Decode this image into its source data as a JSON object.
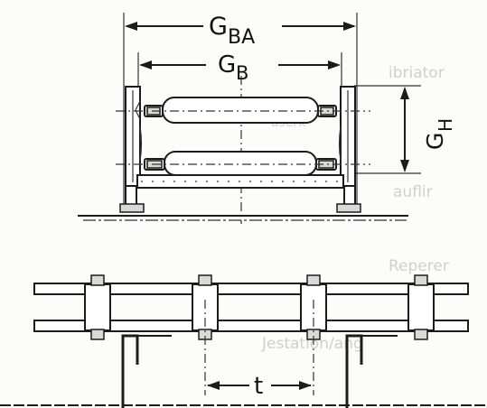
{
  "dimensions": {
    "gba": {
      "main": "G",
      "sub": "BA"
    },
    "gb": {
      "main": "G",
      "sub": "B"
    },
    "gh": {
      "main": "G",
      "sub": "H"
    },
    "pitch": "t"
  }
}
